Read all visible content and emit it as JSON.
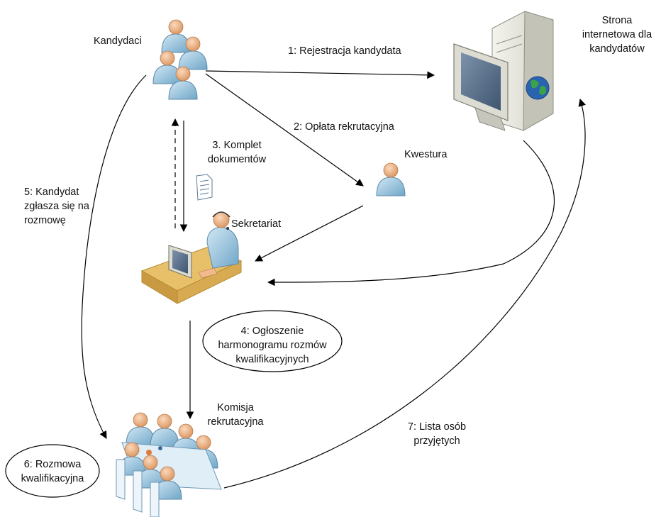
{
  "nodes": {
    "candidates": "Kandydaci",
    "website": "Strona internetowa dla kandydatów",
    "bursary": "Kwestura",
    "secretariat": "Sekretariat",
    "committee": "Komisja rekrutacyjna"
  },
  "steps": {
    "s1": "1: Rejestracja kandydata",
    "s2": "2: Opłata rekrutacyjna",
    "s3": "3. Komplet dokumentów",
    "s4": "4: Ogłoszenie harmonogramu rozmów kwalifikacyjnych",
    "s5": "5: Kandydat zgłasza się na rozmowę",
    "s6": "6: Rozmowa kwalifikacyjna",
    "s7": "7: Lista osób przyjętych"
  },
  "colors": {
    "person_body": "#9cc8e0",
    "person_head": "#f2b98c",
    "screen": "#58708a",
    "desk": "#e8c06a",
    "globe": "#2a63b0"
  },
  "icons": [
    "people-group-icon",
    "server-computer-icon",
    "globe-icon",
    "person-icon",
    "operator-desk-icon",
    "document-icon",
    "meeting-table-icon"
  ]
}
